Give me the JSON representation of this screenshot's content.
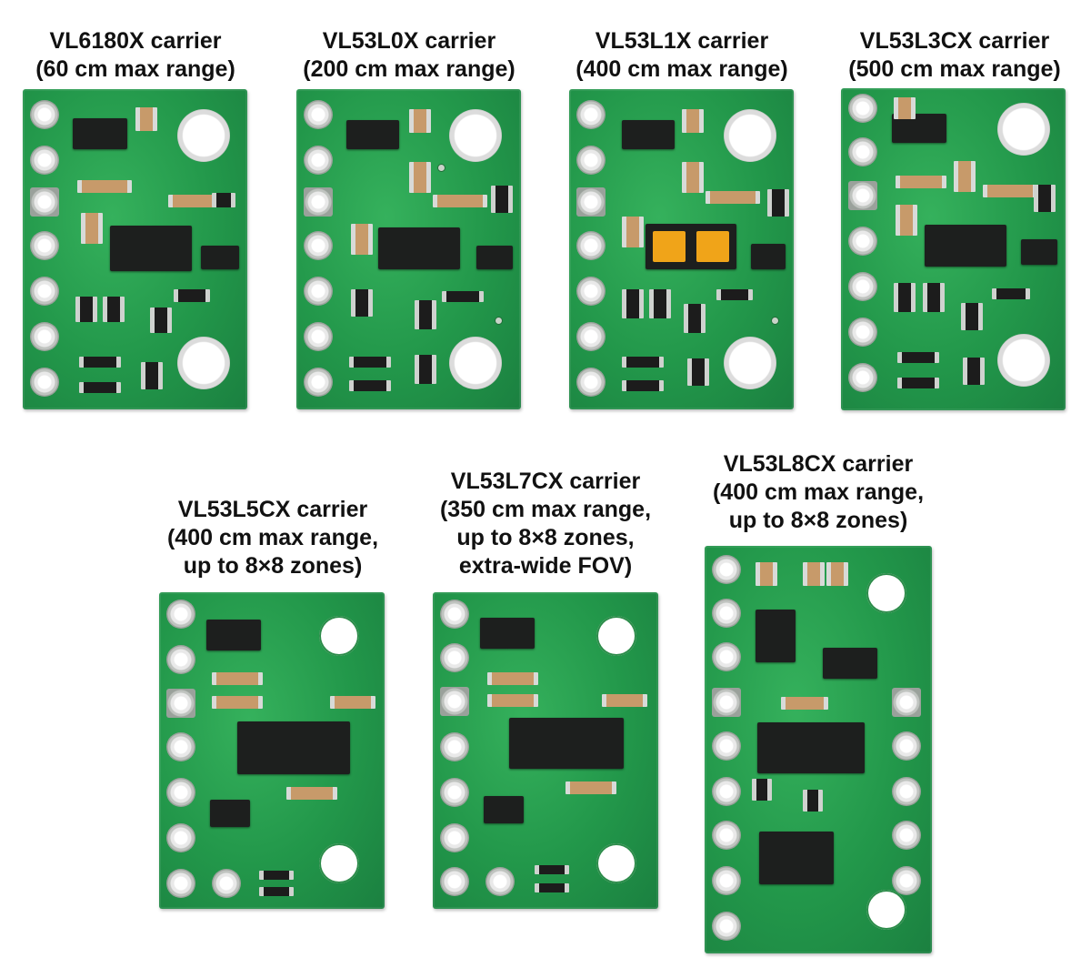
{
  "captions": [
    {
      "line1": "VL6180X carrier",
      "line2": "(60 cm max range)"
    },
    {
      "line1": "VL53L0X carrier",
      "line2": "(200 cm max range)"
    },
    {
      "line1": "VL53L1X carrier",
      "line2": "(400 cm max range)"
    },
    {
      "line1": "VL53L3CX carrier",
      "line2": "(500 cm max range)"
    },
    {
      "line1": "VL53L5CX carrier",
      "line2": "(400 cm max range,",
      "line3": "up to 8×8 zones)"
    },
    {
      "line1": "VL53L7CX carrier",
      "line2": "(350 cm max range,",
      "line3": "up to 8×8 zones,",
      "line4": "extra-wide FOV)"
    },
    {
      "line1": "VL53L8CX carrier",
      "line2": "(400 cm max range,",
      "line3": "up to 8×8 zones)"
    }
  ],
  "colors": {
    "pcb": "#22974a",
    "background": "#ffffff",
    "text": "#111111"
  }
}
